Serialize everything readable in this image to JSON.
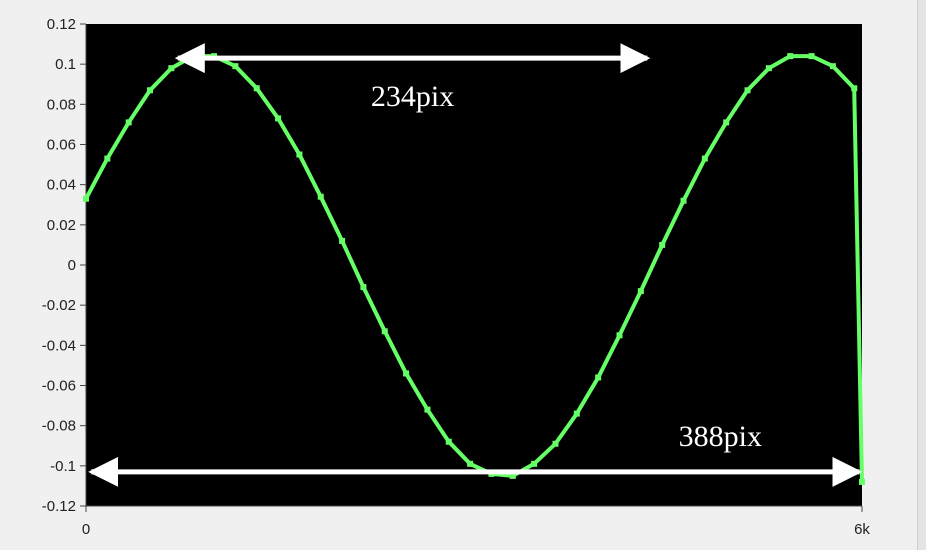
{
  "chart_data": {
    "type": "line",
    "title": "",
    "xlabel": "",
    "ylabel": "",
    "xlim": [
      0,
      6000
    ],
    "ylim": [
      -0.12,
      0.12
    ],
    "x_tick_labels": [
      "0",
      "6k"
    ],
    "y_ticks": [
      0.12,
      0.1,
      0.08,
      0.06,
      0.04,
      0.02,
      0,
      -0.02,
      -0.04,
      -0.06,
      -0.08,
      -0.1,
      -0.12
    ],
    "y_tick_labels": [
      "0.12",
      "0.1",
      "0.08",
      "0.06",
      "0.04",
      "0.02",
      "0",
      "-0.02",
      "-0.04",
      "-0.06",
      "-0.08",
      "-0.1",
      "-0.12"
    ],
    "plot_background": "#000000",
    "grid": false,
    "series": [
      {
        "color": "#66ff66",
        "x": [
          0,
          165,
          330,
          495,
          660,
          825,
          990,
          1155,
          1320,
          1485,
          1650,
          1815,
          1980,
          2145,
          2310,
          2475,
          2640,
          2805,
          2970,
          3135,
          3300,
          3465,
          3630,
          3795,
          3960,
          4125,
          4290,
          4455,
          4620,
          4785,
          4950,
          5115,
          5280,
          5445,
          5610,
          5775,
          5940,
          6000
        ],
        "y": [
          0.033,
          0.053,
          0.071,
          0.087,
          0.098,
          0.104,
          0.104,
          0.099,
          0.088,
          0.073,
          0.055,
          0.034,
          0.012,
          -0.011,
          -0.033,
          -0.054,
          -0.072,
          -0.088,
          -0.099,
          -0.104,
          -0.105,
          -0.099,
          -0.089,
          -0.074,
          -0.056,
          -0.035,
          -0.013,
          0.01,
          0.032,
          0.053,
          0.071,
          0.087,
          0.098,
          0.104,
          0.104,
          0.099,
          0.088,
          -0.108
        ]
      }
    ],
    "annotations": [
      {
        "label": "234pix",
        "arrow_y": 0.103,
        "arrow_from_x": 710,
        "arrow_to_x": 4340
      },
      {
        "label": "388pix",
        "arrow_y": -0.103,
        "arrow_from_x": 40,
        "arrow_to_x": 5980
      }
    ]
  }
}
